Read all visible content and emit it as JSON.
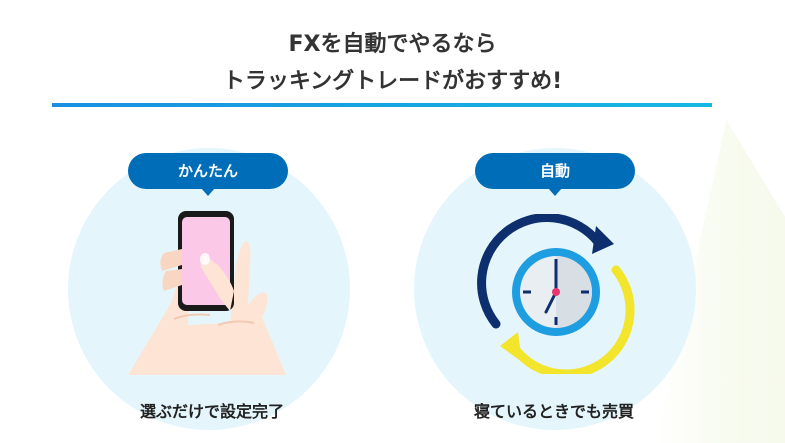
{
  "header": {
    "title_line1": "FXを自動でやるなら",
    "title_line2": "トラッキングトレードがおすすめ!"
  },
  "features": [
    {
      "badge": "かんたん",
      "caption": "選ぶだけで設定完了",
      "icon": "hand-holding-smartphone-icon"
    },
    {
      "badge": "自動",
      "caption": "寝ているときでも売買",
      "icon": "clock-with-cycle-arrows-icon"
    }
  ],
  "colors": {
    "badge": "#006db8",
    "circle": "#e4f6fc",
    "divider_start": "#1a8fe0",
    "divider_end": "#17b7e3",
    "phone_screen": "#fbc8e8",
    "arrow_navy": "#0d2f6e",
    "arrow_yellow": "#f2e52b",
    "clock_ring": "#1e9de0"
  }
}
